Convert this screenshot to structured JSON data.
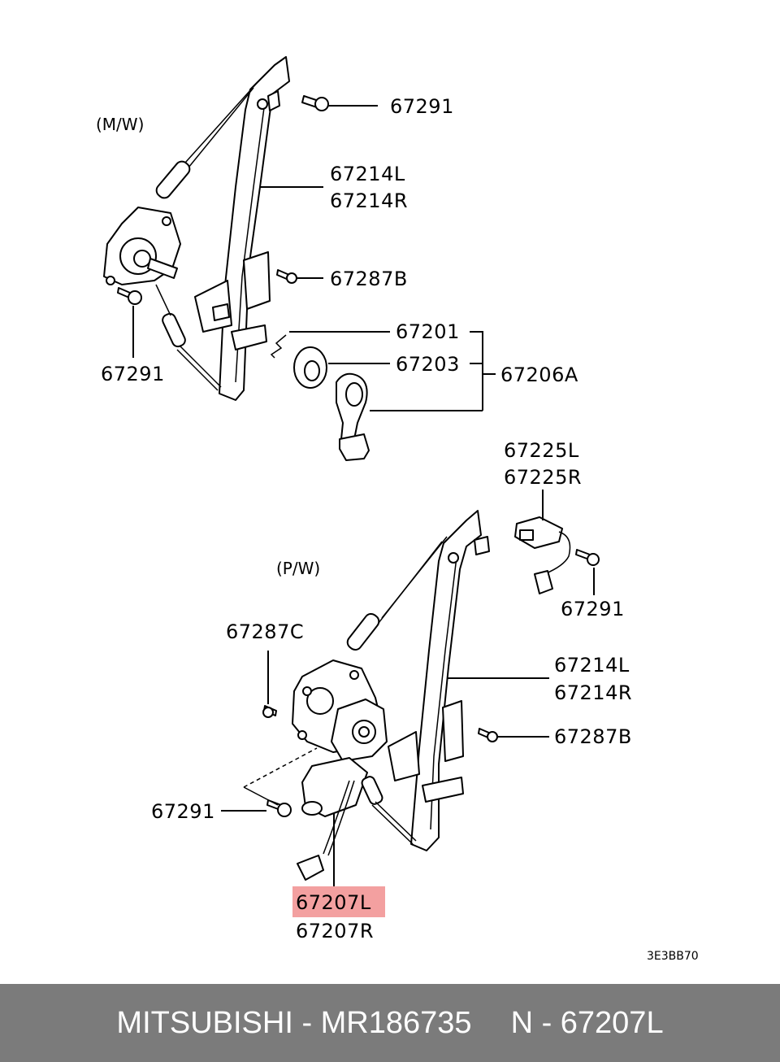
{
  "diagram": {
    "groups": {
      "manual": "(M/W)",
      "power": "(P/W)"
    },
    "labels": {
      "mw_67291_top": "67291",
      "mw_67214L": "67214L",
      "mw_67214R": "67214R",
      "mw_67287B": "67287B",
      "mw_67201": "67201",
      "mw_67203": "67203",
      "mw_67206A": "67206A",
      "mw_67291_bottom": "67291",
      "pw_67225L": "67225L",
      "pw_67225R": "67225R",
      "pw_67291_right": "67291",
      "pw_67287C": "67287C",
      "pw_67214L": "67214L",
      "pw_67214R": "67214R",
      "pw_67287B": "67287B",
      "pw_67291_left": "67291",
      "pw_67207L": "67207L",
      "pw_67207R": "67207R"
    },
    "ref_code": "3E3BB70",
    "highlight_color": "#f3a0a0"
  },
  "footer": {
    "brand_part": "MITSUBISHI - MR186735",
    "ref": "N - 67207L",
    "background": "#7b7b7b"
  }
}
